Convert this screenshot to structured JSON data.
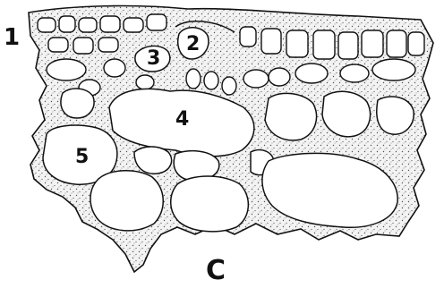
{
  "figure": {
    "side_label": "1",
    "cell_labels": [
      "2",
      "3",
      "4",
      "5"
    ],
    "caption": "C"
  },
  "colors": {
    "ink": "#111111",
    "stipple": "#555555",
    "tissue_fill": "#f2f2f2",
    "background": "#ffffff"
  }
}
